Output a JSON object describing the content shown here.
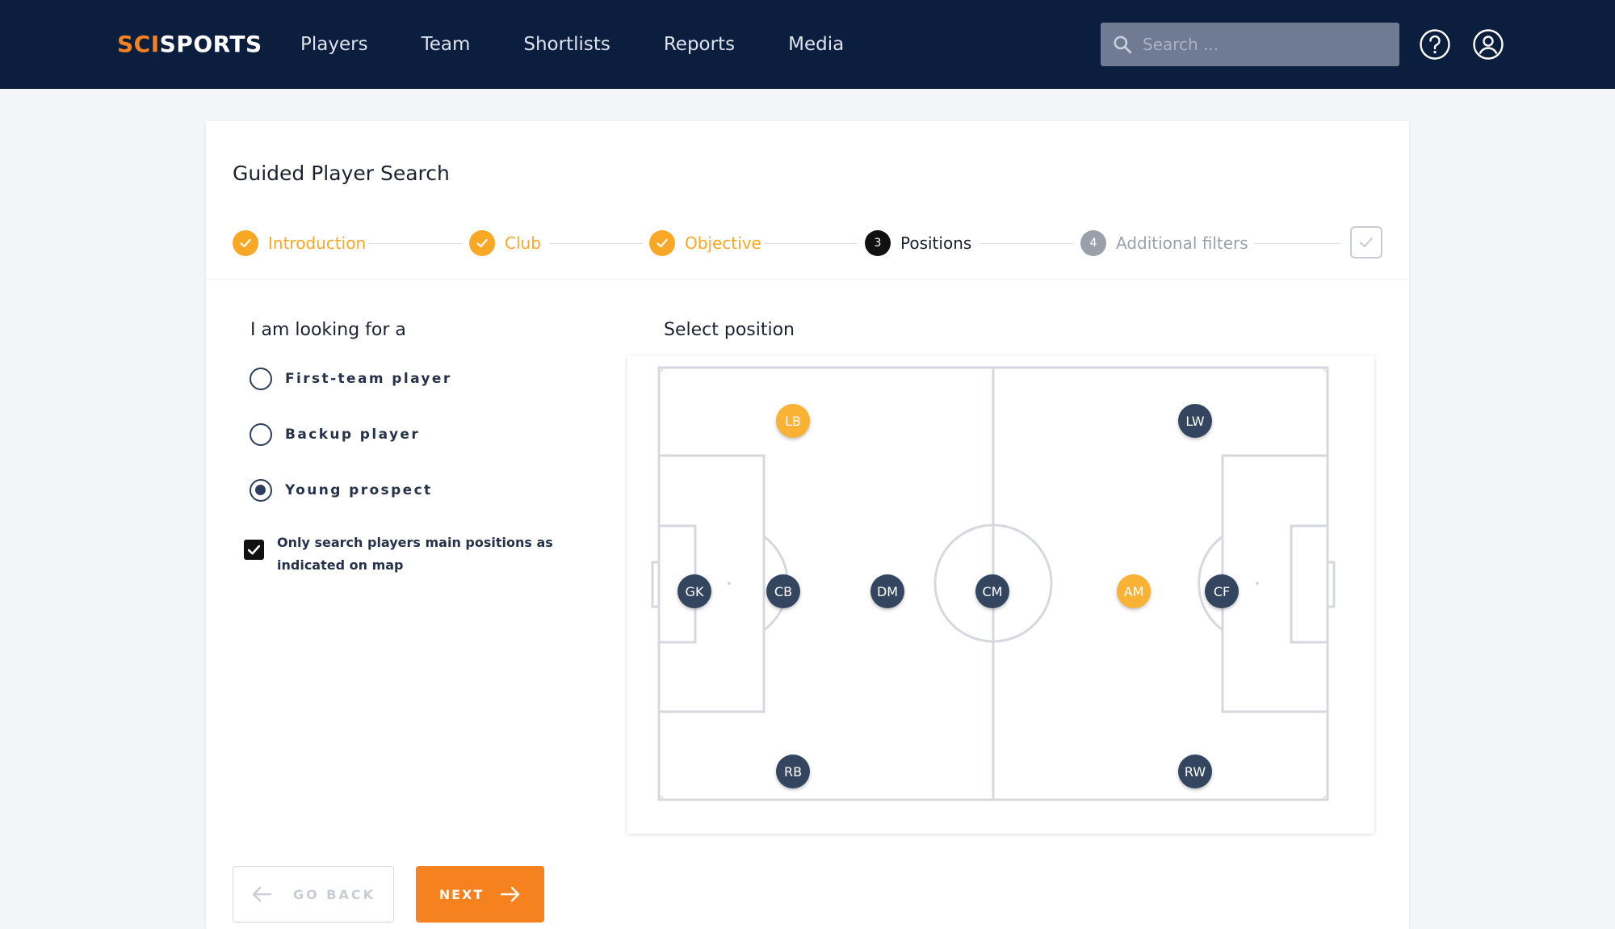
{
  "brand": {
    "part1": "SCI",
    "part2": "SPORTS"
  },
  "nav": {
    "items": [
      {
        "label": "Players"
      },
      {
        "label": "Team"
      },
      {
        "label": "Shortlists"
      },
      {
        "label": "Reports"
      },
      {
        "label": "Media"
      }
    ]
  },
  "search": {
    "placeholder": "Search ..."
  },
  "card": {
    "title": "Guided Player Search"
  },
  "stepper": {
    "steps": [
      {
        "label": "Introduction",
        "state": "done"
      },
      {
        "label": "Club",
        "state": "done"
      },
      {
        "label": "Objective",
        "state": "done"
      },
      {
        "label": "Positions",
        "state": "active",
        "number": "3"
      },
      {
        "label": "Additional filters",
        "state": "todo",
        "number": "4"
      }
    ]
  },
  "left": {
    "heading": "I am looking for a",
    "options": [
      {
        "label": "First-team player",
        "checked": false
      },
      {
        "label": "Backup player",
        "checked": false
      },
      {
        "label": "Young prospect",
        "checked": true
      }
    ],
    "checkbox": {
      "label": "Only search players main positions as indicated on map",
      "checked": true
    }
  },
  "pitch": {
    "heading": "Select position",
    "positions": [
      {
        "code": "LB",
        "selected": true
      },
      {
        "code": "LW",
        "selected": false
      },
      {
        "code": "GK",
        "selected": false
      },
      {
        "code": "CB",
        "selected": false
      },
      {
        "code": "DM",
        "selected": false
      },
      {
        "code": "CM",
        "selected": false
      },
      {
        "code": "AM",
        "selected": true
      },
      {
        "code": "CF",
        "selected": false
      },
      {
        "code": "RB",
        "selected": false
      },
      {
        "code": "RW",
        "selected": false
      }
    ]
  },
  "buttons": {
    "back": "GO BACK",
    "next": "NEXT"
  },
  "colors": {
    "navy": "#0c1e3d",
    "accent": "#f5821f",
    "done": "#f9a825",
    "token": "#34465f"
  }
}
